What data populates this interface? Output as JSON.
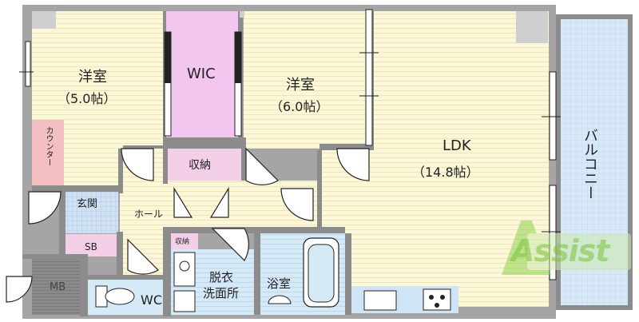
{
  "rooms": {
    "western_room_1": {
      "name": "洋室",
      "size": "（5.0帖）"
    },
    "wic": {
      "name": "WIC"
    },
    "western_room_2": {
      "name": "洋室",
      "size": "（6.0帖）"
    },
    "ldk": {
      "name": "LDK",
      "size": "（14.8帖）"
    },
    "balcony": {
      "name": "バルコニー"
    },
    "counter": {
      "name": "カウンター"
    },
    "storage": {
      "name": "収納"
    },
    "entrance": {
      "name": "玄関"
    },
    "hall": {
      "name": "ホール"
    },
    "shoe_box": {
      "name": "SB"
    },
    "meter_box": {
      "name": "MB"
    },
    "toilet": {
      "name": "WC"
    },
    "small_storage": {
      "name": "収納"
    },
    "washroom": {
      "name": "脱衣",
      "name2": "洗面所"
    },
    "bathroom": {
      "name": "浴室"
    }
  },
  "watermark": {
    "text": "Assist"
  },
  "colors": {
    "floor_yellow": "#fbf7d8",
    "floor_stripe": "#ece6b4",
    "wic_pink": "#f2c6ef",
    "storage_pink": "#f4cfe8",
    "counter_pink": "#f3bfc0",
    "balcony_blue": "#d7e9f6",
    "entrance_blue": "#cfe1f3",
    "wet_blue": "#cfe4f4",
    "wall_gray": "#8c8c8c",
    "wall_dark": "#777777",
    "watermark_green": "#8fd14f"
  }
}
